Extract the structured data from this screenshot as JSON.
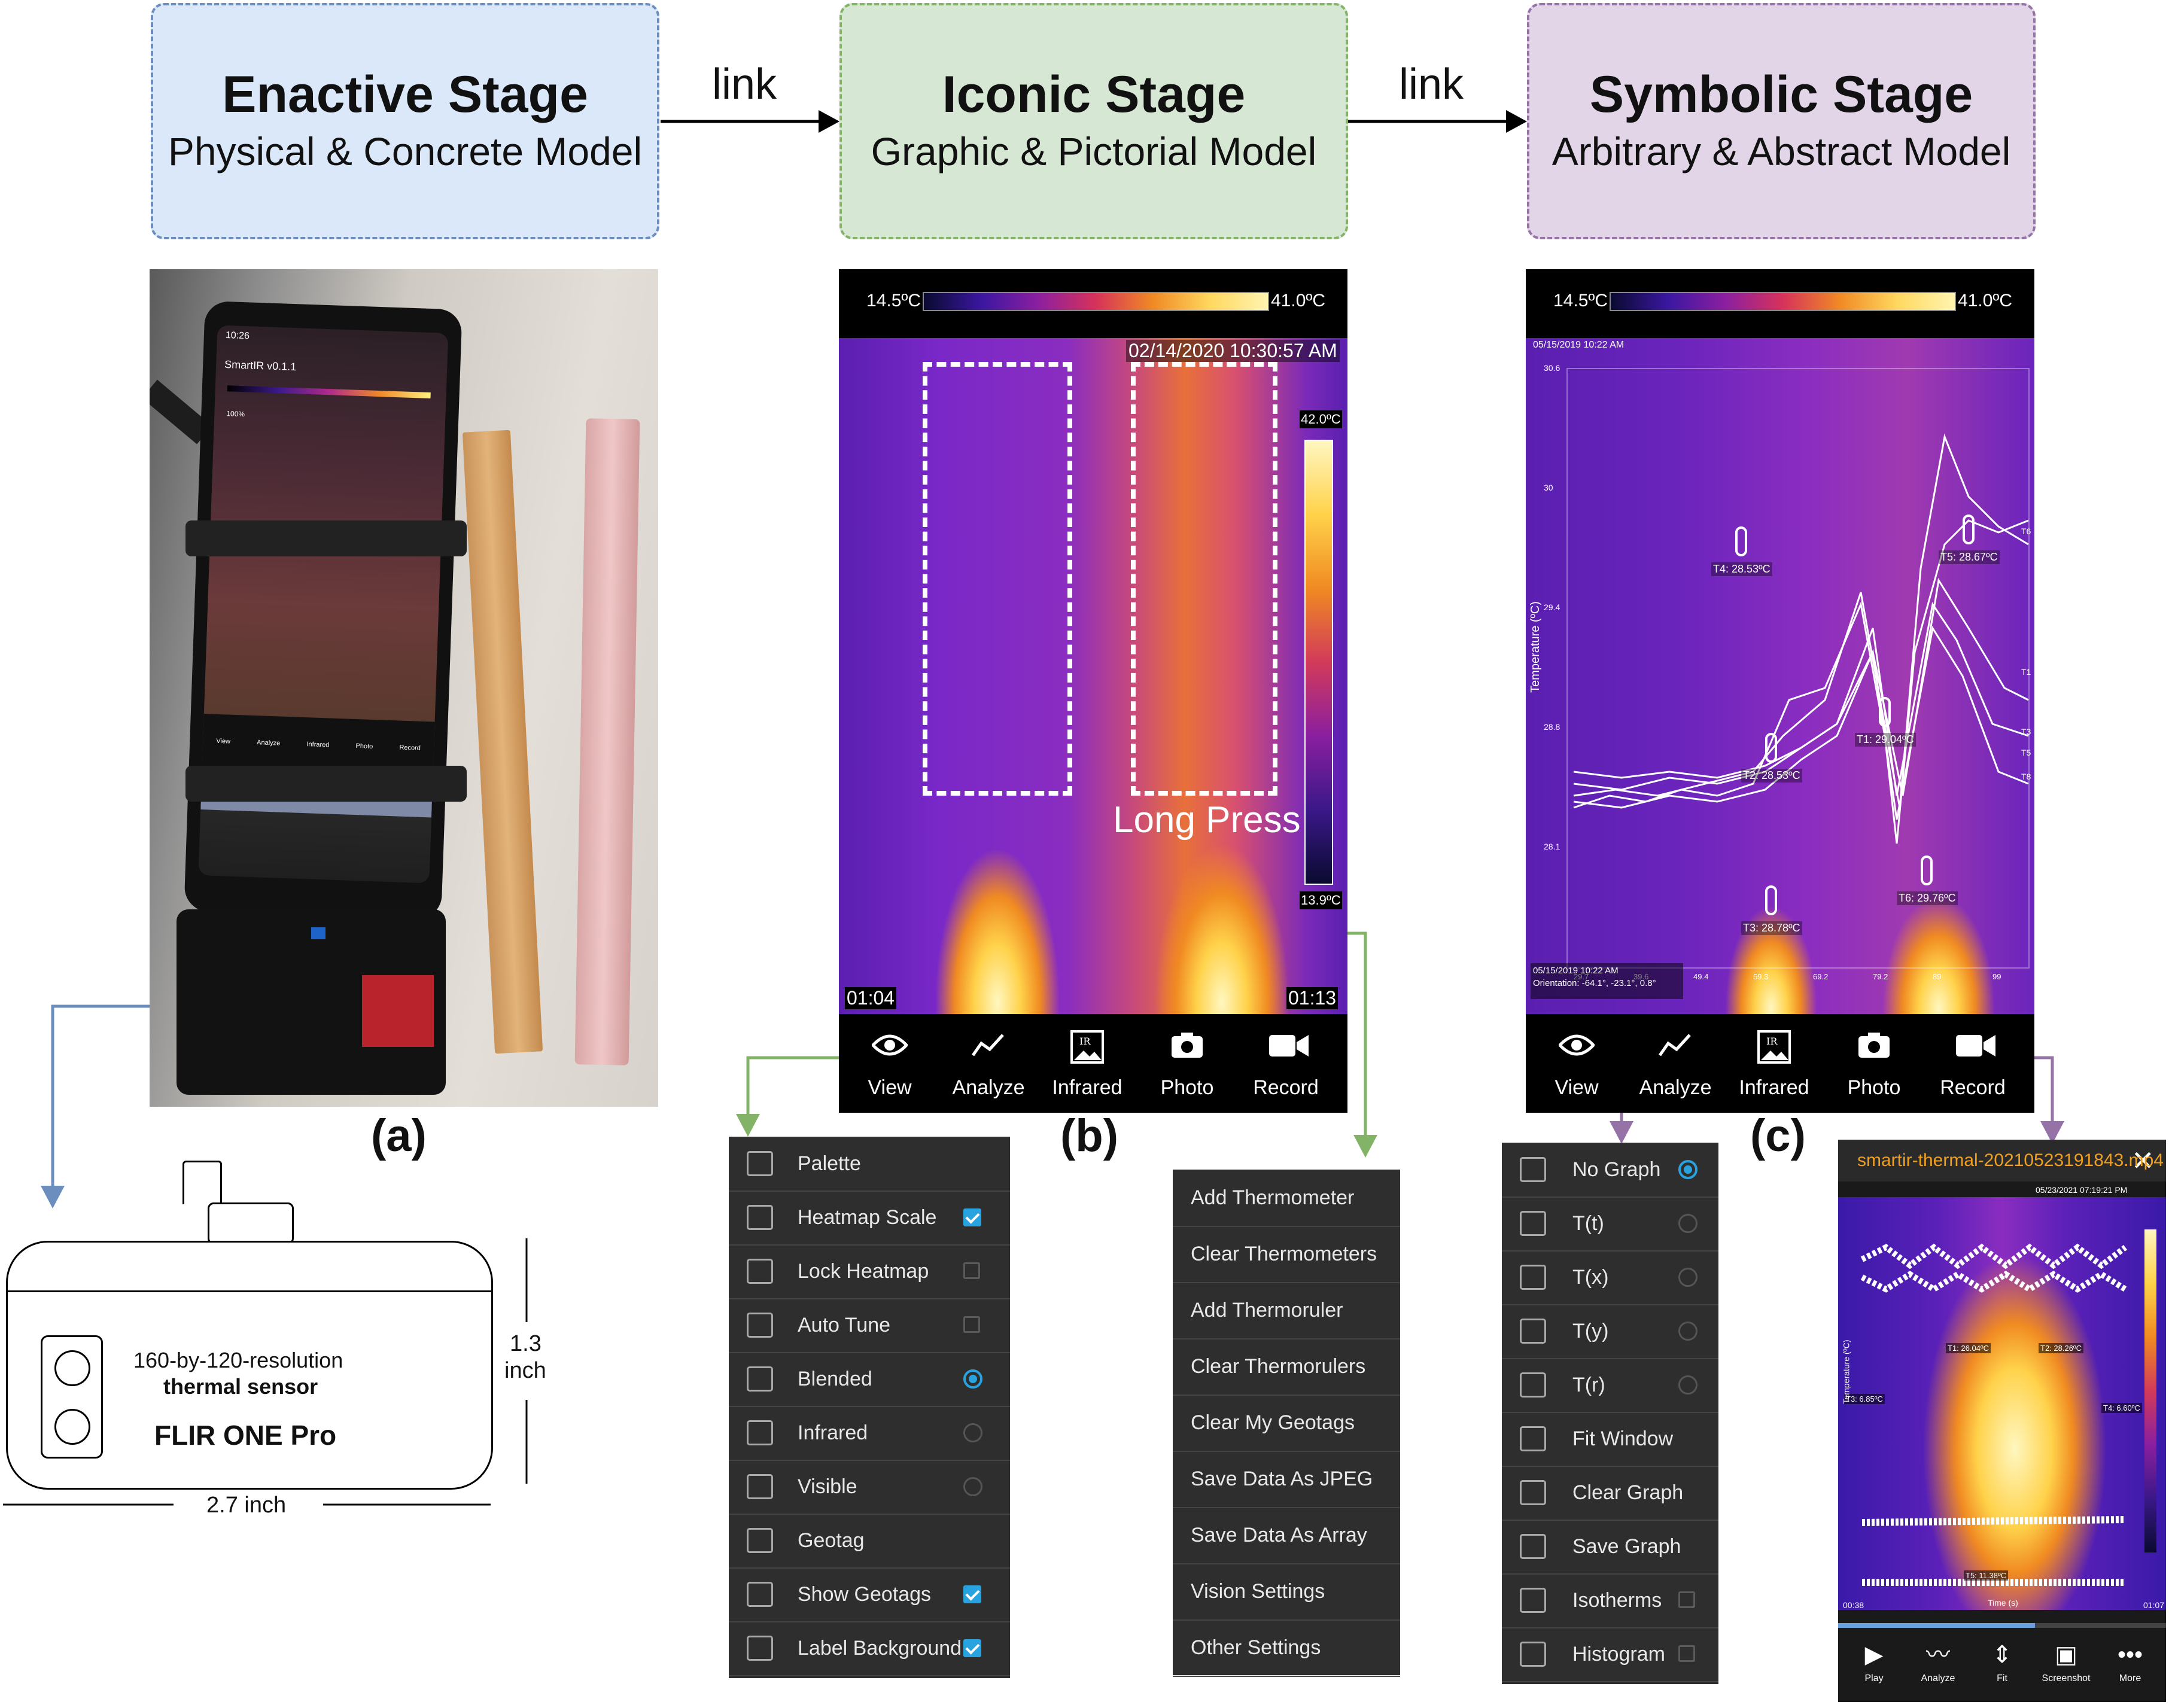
{
  "stages": {
    "enactive": {
      "title": "Enactive Stage",
      "subtitle": "Physical & Concrete Model",
      "bg": "#dbe8f9",
      "border": "#6c8ebf"
    },
    "iconic": {
      "title": "Iconic Stage",
      "subtitle": "Graphic & Pictorial Model",
      "bg": "#d6e8d4",
      "border": "#82b366"
    },
    "symbolic": {
      "title": "Symbolic Stage",
      "subtitle": "Arbitrary & Abstract Model",
      "bg": "#e1d5e7",
      "border": "#9673a6"
    }
  },
  "links": [
    "link",
    "link"
  ],
  "panel_labels": {
    "a": "(a)",
    "b": "(b)",
    "c": "(c)"
  },
  "phone": {
    "time": "10:26",
    "app_name": "SmartIR v0.1.1",
    "battery": "100%",
    "nav": [
      "View",
      "Analyze",
      "Infrared",
      "Photo",
      "Record"
    ]
  },
  "sensor": {
    "resolution_line1": "160-by-120-resolution",
    "resolution_line2": "thermal sensor",
    "product": "FLIR ONE Pro",
    "height_value": "1.3",
    "height_unit": "inch",
    "width": "2.7 inch"
  },
  "iconic_view": {
    "scale_min": "14.5ºC",
    "scale_max": "41.0ºC",
    "timestamp": "02/14/2020 10:30:57 AM",
    "bar_max": "42.0ºC",
    "bar_min": "13.9ºC",
    "time_left": "01:04",
    "time_right": "01:13",
    "long_press": "Long Press"
  },
  "toolbar": {
    "view": "View",
    "analyze": "Analyze",
    "infrared": "Infrared",
    "photo": "Photo",
    "record": "Record"
  },
  "view_menu": [
    {
      "label": "Palette",
      "icon": "palette-icon",
      "control": "none"
    },
    {
      "label": "Heatmap Scale",
      "icon": "heatmap-scale-icon",
      "control": "check-on"
    },
    {
      "label": "Lock Heatmap",
      "icon": "lock-icon",
      "control": "check-off"
    },
    {
      "label": "Auto Tune",
      "icon": "tune-icon",
      "control": "check-off"
    },
    {
      "label": "Blended",
      "icon": "msx-icon",
      "control": "radio-on"
    },
    {
      "label": "Infrared",
      "icon": "ir-icon",
      "control": "radio-off"
    },
    {
      "label": "Visible",
      "icon": "vl-icon",
      "control": "radio-off"
    },
    {
      "label": "Geotag",
      "icon": "geotag-icon",
      "control": "none"
    },
    {
      "label": "Show Geotags",
      "icon": "globe-icon",
      "control": "check-on"
    },
    {
      "label": "Label Background",
      "icon": "text-box-icon",
      "control": "check-on"
    }
  ],
  "long_press_menu": [
    "Add Thermometer",
    "Clear Thermometers",
    "Add Thermoruler",
    "Clear Thermorulers",
    "Clear My Geotags",
    "Save Data As JPEG",
    "Save Data As Array",
    "Vision Settings",
    "Other Settings"
  ],
  "symbolic_view": {
    "scale_min": "14.5ºC",
    "scale_max": "41.0ºC",
    "timestamp": "05/15/2019 10:22 AM",
    "y_axis_label": "Temperature (ºC)",
    "y_ticks": [
      "30.6",
      "30",
      "29.4",
      "28.8",
      "28.1"
    ],
    "x_ticks": [
      "29.7",
      "39.6",
      "49.4",
      "59.3",
      "69.2",
      "79.2",
      "89",
      "99"
    ],
    "thermometers": [
      "T4: 28.53ºC",
      "T5: 28.67ºC",
      "T1: 29.04ºC",
      "T2: 28.53ºC",
      "T3: 28.78ºC",
      "T6: 29.76ºC"
    ],
    "series_end_labels": [
      "T6",
      "T1",
      "T3",
      "T5",
      "T8"
    ],
    "footer_date": "05/15/2019 10:22 AM",
    "footer_orientation": "Orientation: -64.1°, -23.1°, 0.8°"
  },
  "analyze_menu": [
    {
      "label": "No Graph",
      "icon": "checkbox-outline-icon",
      "control": "radio-on"
    },
    {
      "label": "T(t)",
      "icon": "t-icon",
      "control": "radio-off"
    },
    {
      "label": "T(x)",
      "icon": "x-icon",
      "control": "radio-off"
    },
    {
      "label": "T(y)",
      "icon": "y-icon",
      "control": "radio-off"
    },
    {
      "label": "T(r)",
      "icon": "r-icon",
      "control": "radio-off"
    },
    {
      "label": "Fit Window",
      "icon": "fit-window-icon",
      "control": "none"
    },
    {
      "label": "Clear Graph",
      "icon": "clear-graph-icon",
      "control": "none"
    },
    {
      "label": "Save Graph",
      "icon": "save-icon",
      "control": "none"
    },
    {
      "label": "Isotherms",
      "icon": "isotherms-icon",
      "control": "check-off"
    },
    {
      "label": "Histogram",
      "icon": "histogram-icon",
      "control": "check-off"
    }
  ],
  "video_player": {
    "filename": "smartir-thermal-20210523191843.mp4",
    "timestamp": "05/23/2021 07:19:21 PM",
    "thermometers": [
      "T1: 26.04ºC",
      "T2: 28.26ºC",
      "T3: 6.85ºC",
      "T4: 6.60ºC",
      "T5: 11.38ºC"
    ],
    "y_axis_label": "Temperature (ºC)",
    "x_axis_label": "Time (s)",
    "time_left": "00:38",
    "time_right": "01:07",
    "controls": [
      "Play",
      "Analyze",
      "Fit",
      "Screenshot",
      "More"
    ]
  }
}
